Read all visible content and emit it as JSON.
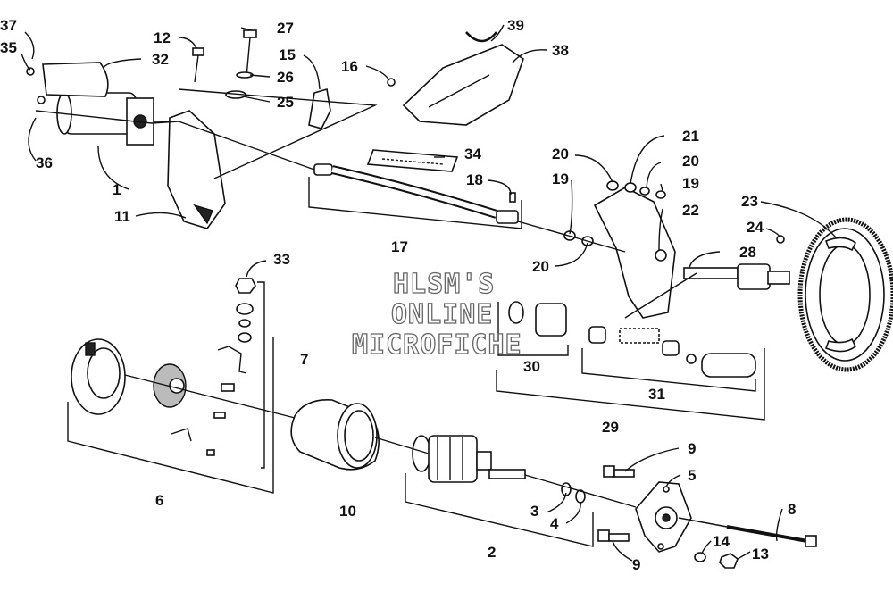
{
  "watermark": {
    "line1": "HLSM'S",
    "line2": "ONLINE",
    "line3": "MICROFICHE"
  },
  "callouts": {
    "c1": "1",
    "c2": "2",
    "c3": "3",
    "c4": "4",
    "c5": "5",
    "c6": "6",
    "c7": "7",
    "c8": "8",
    "c9a": "9",
    "c9b": "9",
    "c10": "10",
    "c11": "11",
    "c12": "12",
    "c13": "13",
    "c14": "14",
    "c15": "15",
    "c16": "16",
    "c17": "17",
    "c18": "18",
    "c19a": "19",
    "c19b": "19",
    "c20a": "20",
    "c20b": "20",
    "c20c": "20",
    "c21": "21",
    "c22": "22",
    "c23": "23",
    "c24": "24",
    "c25": "25",
    "c26": "26",
    "c27": "27",
    "c28": "28",
    "c29": "29",
    "c30": "30",
    "c31": "31",
    "c32": "32",
    "c33": "33",
    "c34": "34",
    "c35": "35",
    "c36": "36",
    "c37": "37",
    "c38": "38",
    "c39": "39"
  }
}
